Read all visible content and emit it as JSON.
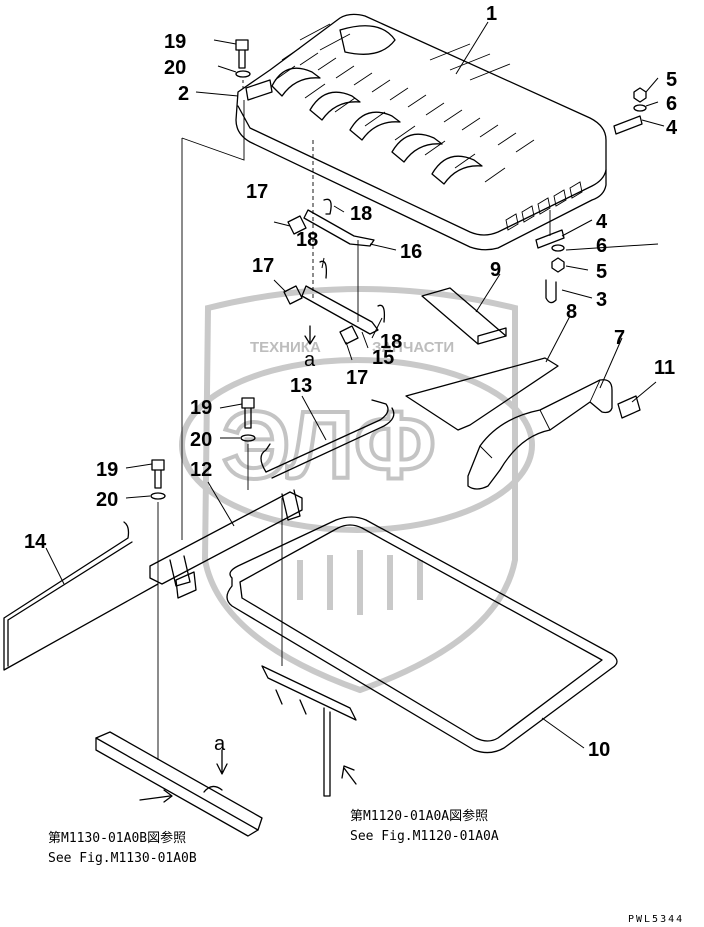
{
  "labels": {
    "l1": "1",
    "l2": "2",
    "l3": "3",
    "l4a": "4",
    "l4b": "4",
    "l5a": "5",
    "l5b": "5",
    "l6a": "6",
    "l6b": "6",
    "l7": "7",
    "l8": "8",
    "l9": "9",
    "l10": "10",
    "l11": "11",
    "l12": "12",
    "l13": "13",
    "l14": "14",
    "l15": "15",
    "l16": "16",
    "l17a": "17",
    "l17b": "17",
    "l17c": "17",
    "l18a": "18",
    "l18b": "18",
    "l18c": "18",
    "l19a": "19",
    "l19b": "19",
    "l19c": "19",
    "l20a": "20",
    "l20b": "20",
    "l20c": "20",
    "ref_a1": "a",
    "ref_a2": "a"
  },
  "notes": {
    "ref_left_jp": "第M1130-01A0B図参照",
    "ref_left_en": "See Fig.M1130-01A0B",
    "ref_right_jp": "第M1120-01A0A図参照",
    "ref_right_en": "See Fig.M1120-01A0A",
    "drawing_code": "PWL5344"
  },
  "watermark": {
    "line1": "ТЕХНИКА",
    "line2": "ЗАПЧАСТИ",
    "logo": "ЭЛФ",
    "color": "#c4c4c4"
  }
}
